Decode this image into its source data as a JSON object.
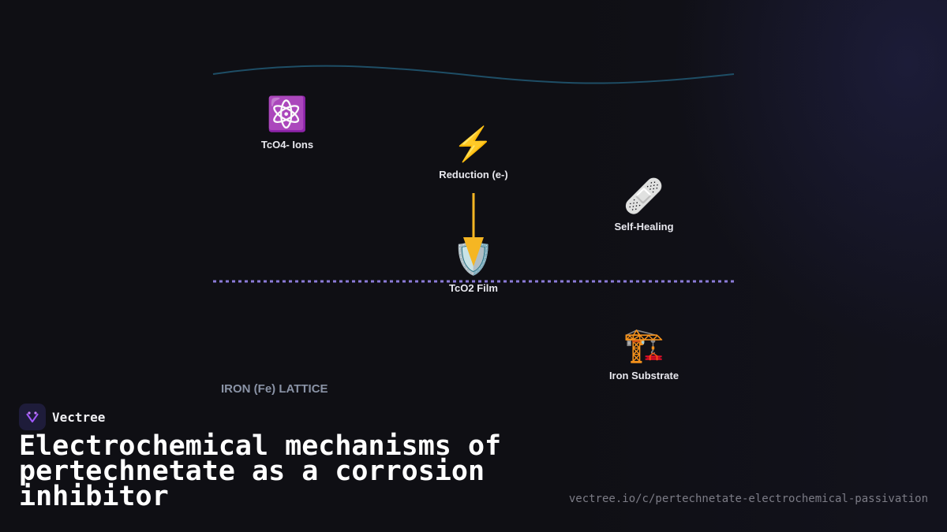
{
  "colors": {
    "background": "#0f0f14",
    "arrow": "#f5b623",
    "surface_line": "#8b7bd8",
    "wave": "#1e4e66"
  },
  "diagram": {
    "nodes": [
      {
        "id": "ions",
        "icon": "atom-icon",
        "emoji": "⚛️",
        "label": "TcO4- Ions"
      },
      {
        "id": "reduction",
        "icon": "lightning-icon",
        "emoji": "⚡",
        "label": "Reduction (e-)"
      },
      {
        "id": "self_healing",
        "icon": "bandage-icon",
        "emoji": "🩹",
        "label": "Self-Healing"
      },
      {
        "id": "film",
        "icon": "shield-icon",
        "emoji": "🛡️",
        "label": "TcO2 Film"
      },
      {
        "id": "substrate",
        "icon": "crane-icon",
        "emoji": "🏗️",
        "label": "Iron Substrate"
      }
    ],
    "lattice_label": "IRON (Fe) LATTICE"
  },
  "brand": {
    "name": "Vectree",
    "icon": "vectree-logo-icon"
  },
  "title": "Electrochemical mechanisms of pertechnetate as a corrosion inhibitor",
  "url": "vectree.io/c/pertechnetate-electrochemical-passivation"
}
